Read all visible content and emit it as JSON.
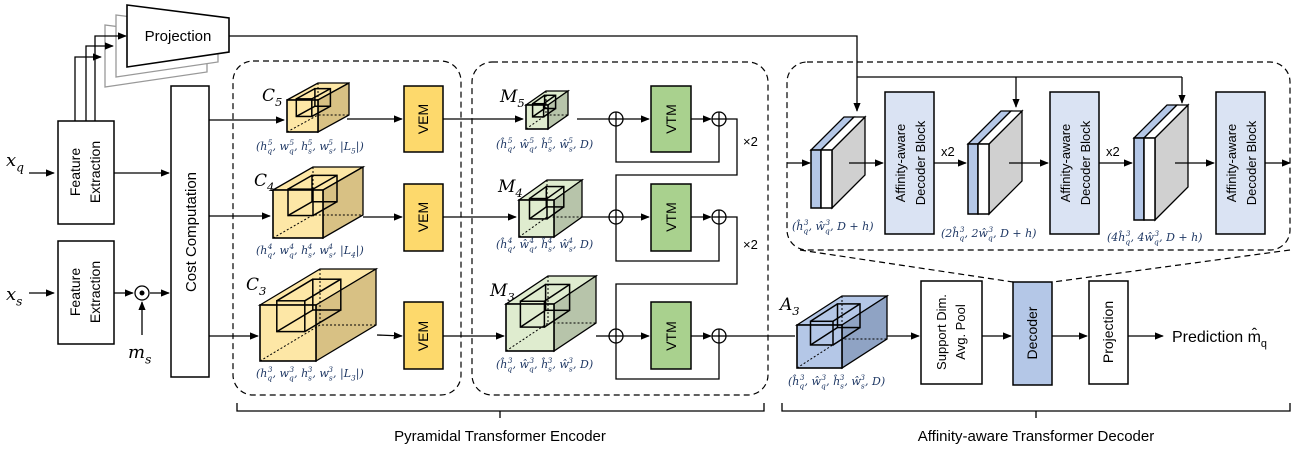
{
  "inputs": {
    "query": "x_q",
    "support": "x_s",
    "mask": "m_s"
  },
  "feature_extraction": {
    "line1": "Feature",
    "line2": "Extraction"
  },
  "projection_top": "Projection",
  "cost_computation": "Cost Computation",
  "encoder": {
    "title": "Pyramidal Transformer Encoder",
    "cost_volumes": [
      {
        "label": "C_5",
        "dims": "(h_q^5, w_q^5, h_s^5, w_s^5, |L_5|)"
      },
      {
        "label": "C_4",
        "dims": "(h_q^4, w_q^4, h_s^4, w_s^4, |L_4|)"
      },
      {
        "label": "C_3",
        "dims": "(h_q^3, w_q^3, h_s^3, w_s^3, |L_3|)"
      }
    ],
    "vem_label": "VEM",
    "vtm_label": "VTM",
    "maps": [
      {
        "label": "M_5",
        "dims": "(ĥ_q^5, ŵ_q^5, ĥ_s^5, ŵ_s^5, D)"
      },
      {
        "label": "M_4",
        "dims": "(ĥ_q^4, ŵ_q^4, ĥ_s^4, ŵ_s^4, D)"
      },
      {
        "label": "M_3",
        "dims": "(ĥ_q^3, ŵ_q^3, ĥ_s^3, ŵ_s^3, D)"
      }
    ],
    "repeat": [
      "×2",
      "×2"
    ]
  },
  "decoder": {
    "title": "Affinity-aware Transformer Decoder",
    "affinity_label": "A_3",
    "affinity_dims": "(ĥ_q^3, ŵ_q^3, ĥ_s^3, ŵ_s^3, D)",
    "pool": {
      "line1": "Support Dim.",
      "line2": "Avg. Pool"
    },
    "decoder_label": "Decoder",
    "projection_label": "Projection",
    "prediction": "Prediction m̂_q",
    "block": {
      "line1": "Affinity-aware",
      "line2": "Decoder Block"
    },
    "upsample": [
      "x2",
      "x2"
    ],
    "feature_dims": [
      "(ĥ_q^3, ŵ_q^3, D + h)",
      "(2ĥ_q^3, 2ŵ_q^3, D + h)",
      "(4ĥ_q^3, 4ŵ_q^3, D + h)"
    ]
  },
  "colors": {
    "vem": "#fdd96c",
    "cost_volume": "#fde7a6",
    "cost_volume_side": "#d8c184",
    "vtm": "#a9d18e",
    "map": "#dfeccf",
    "map_side": "#b7c4aa",
    "decoder_block": "#dae3f3",
    "decoder": "#b4c7e7",
    "affinity": "#b4c7e7",
    "affinity_side": "#8fa3c4",
    "slab_side": "#d0d0d0"
  }
}
